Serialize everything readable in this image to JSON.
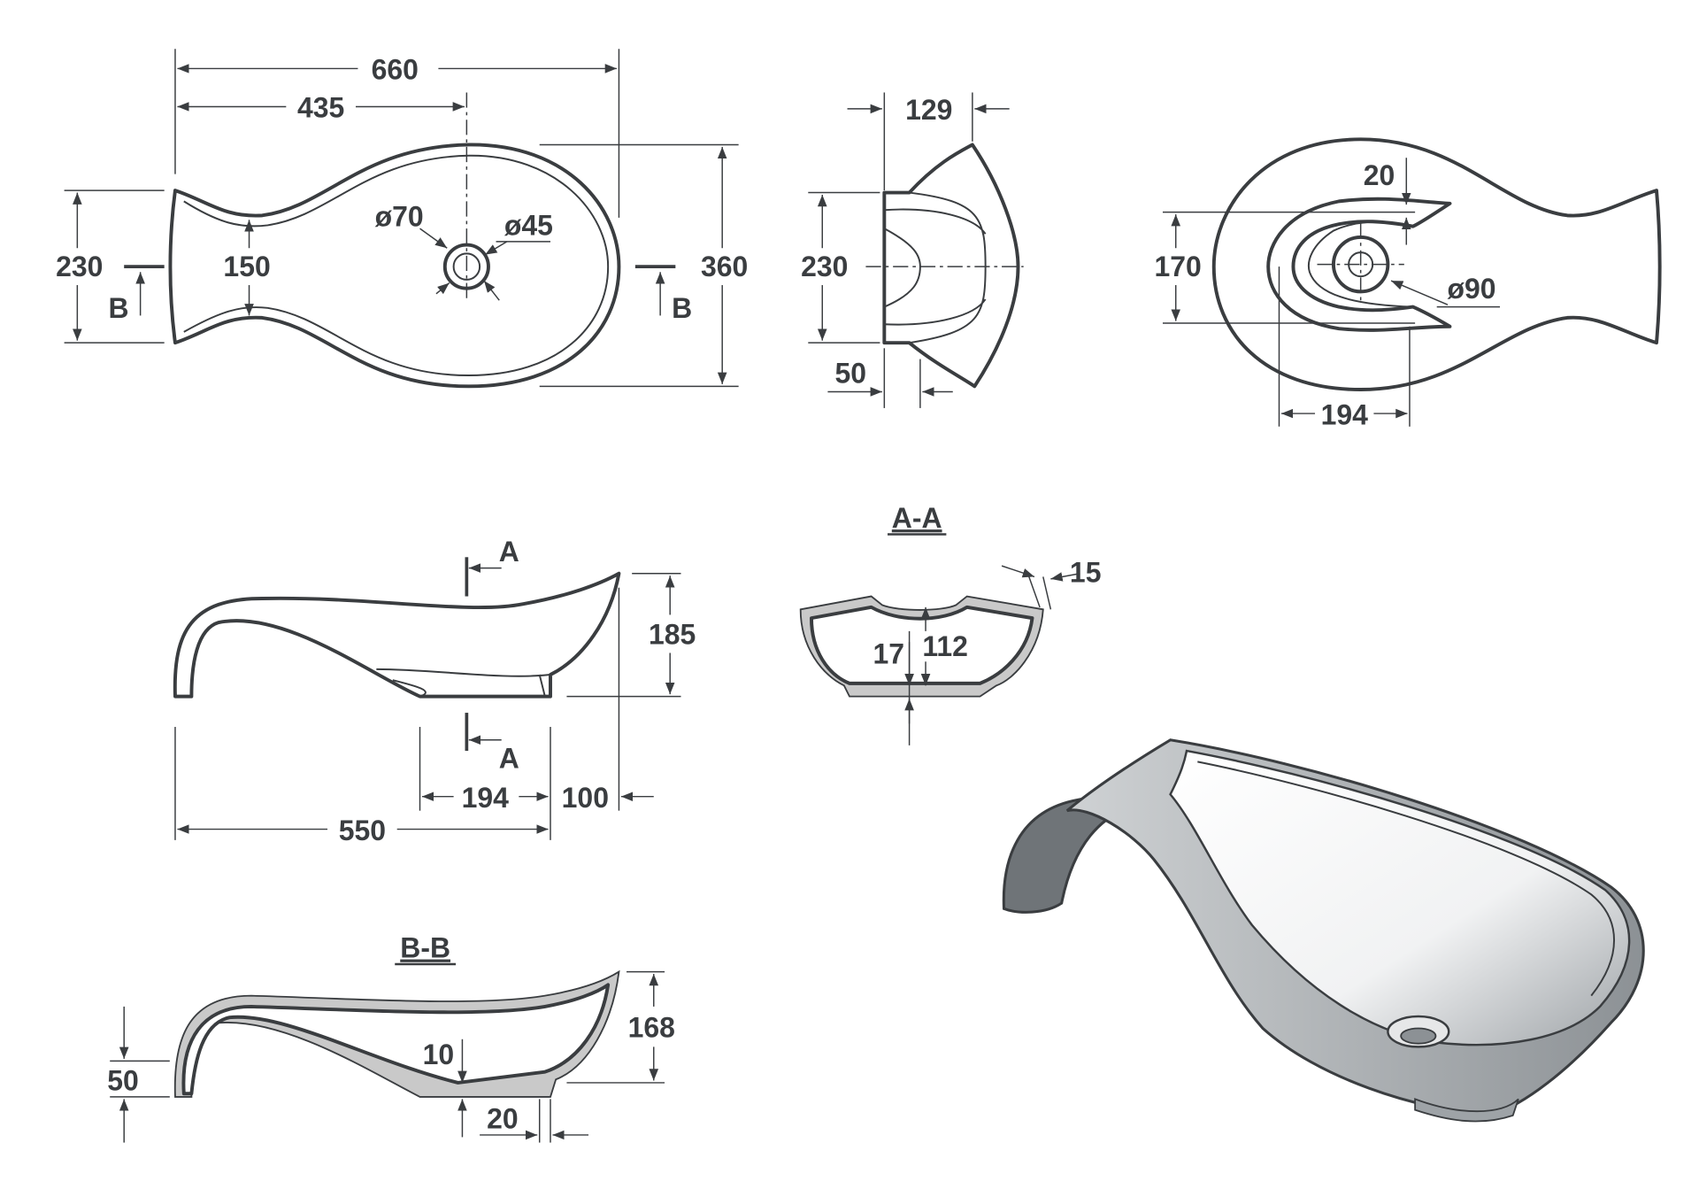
{
  "top_view": {
    "overall_length": "660",
    "drain_offset": "435",
    "tail_height": "230",
    "waist_height": "150",
    "overall_width": "360",
    "outer_drain_dia": "ø70",
    "inner_drain_dia": "ø45",
    "section_mark_left": "B",
    "section_mark_right": "B"
  },
  "end_view": {
    "depth": "129",
    "tail_height": "230",
    "base_width": "50"
  },
  "bottom_view": {
    "rim": "20",
    "foot_height": "170",
    "foot_dia": "ø90",
    "foot_length": "194"
  },
  "side_view": {
    "section_mark_top": "A",
    "section_mark_bottom": "A",
    "height": "185",
    "foot_length": "194",
    "rear_offset": "100",
    "drain_position": "550"
  },
  "section_aa": {
    "title": "A-A",
    "wall": "15",
    "base": "17",
    "depth": "112"
  },
  "section_bb": {
    "title": "B-B",
    "tail_height": "50",
    "height": "168",
    "base": "10",
    "foot_offset": "20"
  },
  "colors": {
    "line": "#3a3d40",
    "shade": "#6f7478"
  }
}
